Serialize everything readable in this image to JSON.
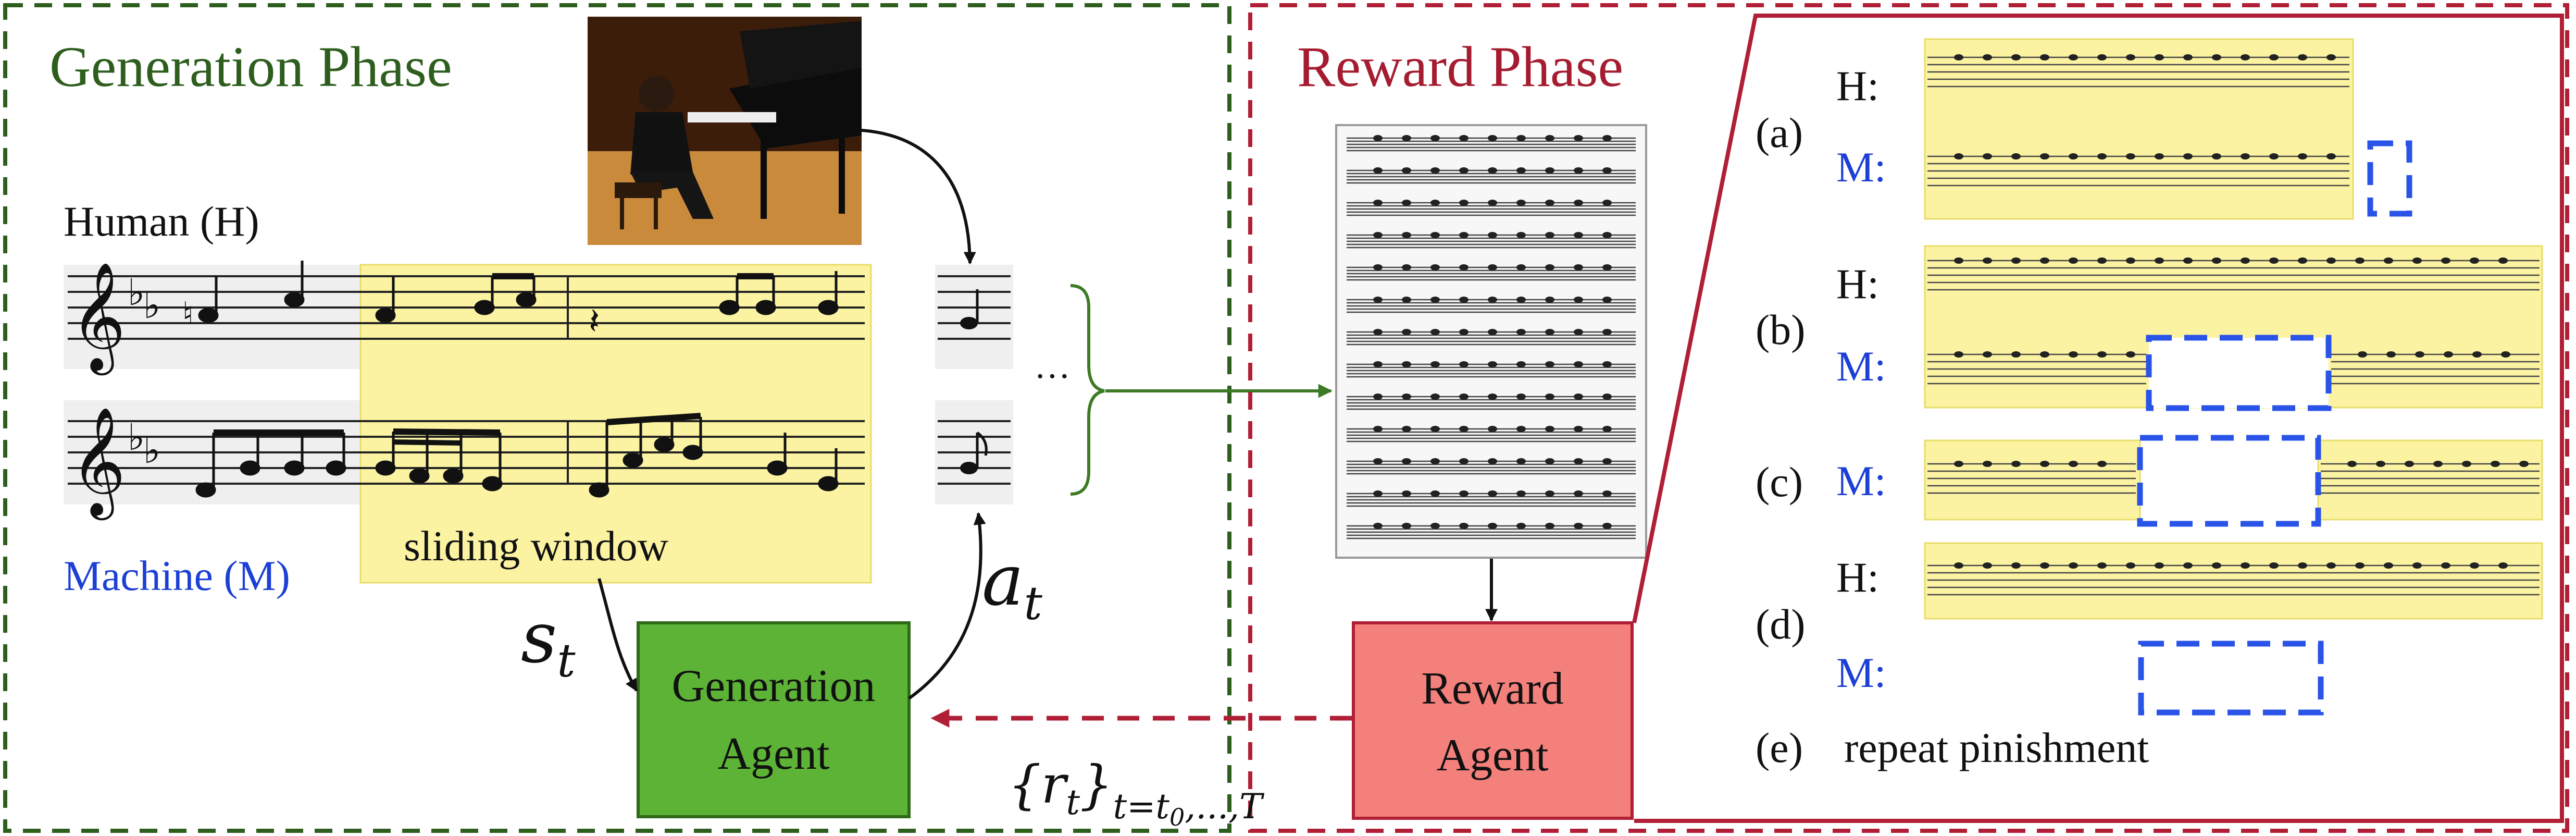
{
  "generation_phase": {
    "title": "Generation Phase",
    "human_label": "Human (H)",
    "machine_label": "Machine (M)",
    "window_label": "sliding window",
    "ellipsis": "···",
    "state_symbol": "s",
    "state_subscript": "t",
    "action_symbol": "a",
    "action_subscript": "t",
    "agent_line1": "Generation",
    "agent_line2": "Agent"
  },
  "reward_phase": {
    "title": "Reward Phase",
    "agent_line1": "Reward",
    "agent_line2": "Agent",
    "reward_symbol": "{r",
    "reward_close": "}",
    "reward_subscript": "t",
    "reward_range": "t=t",
    "reward_range_sub": "0",
    "reward_range_tail": ",...,T"
  },
  "cases": {
    "a": {
      "label": "(a)",
      "h": "H:",
      "m": "M:"
    },
    "b": {
      "label": "(b)",
      "h": "H:",
      "m": "M:"
    },
    "c": {
      "label": "(c)",
      "m": "M:"
    },
    "d": {
      "label": "(d)",
      "h": "H:",
      "m": "M:"
    },
    "e": {
      "label": "(e)",
      "text": "repeat pinishment"
    }
  },
  "colors": {
    "generation_border": "#2e5e1e",
    "generation_title": "#2e5e1e",
    "reward_border": "#b01f35",
    "reward_title": "#a51c30",
    "machine_blue": "#1c3fd6",
    "gen_agent_fill": "#5cb335",
    "reward_agent_fill": "#f4807c",
    "window_yellow": "#fbf3a2",
    "dashed_blue": "#2a53e8",
    "flow_green": "#3c7a24"
  },
  "icons": [
    "treble-clef-icon",
    "bass-clef-icon",
    "pianist-photo",
    "sheet-music-icon"
  ]
}
